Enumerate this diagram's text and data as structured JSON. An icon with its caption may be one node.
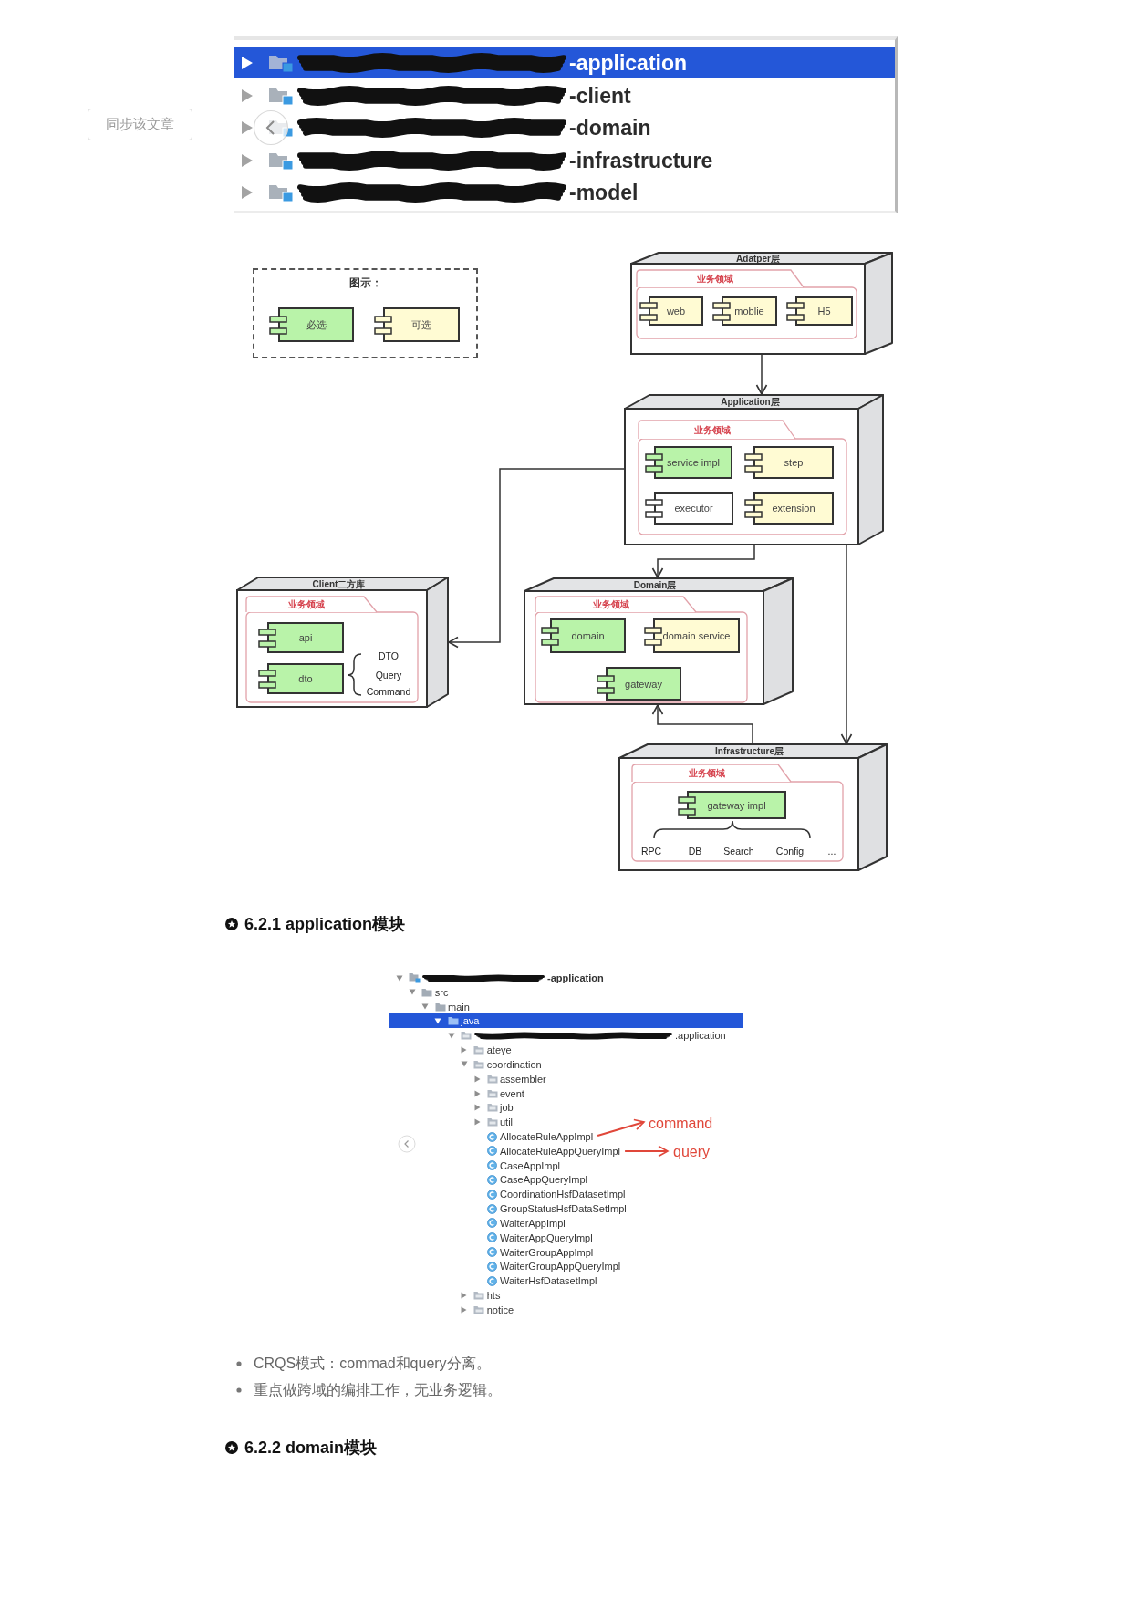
{
  "diagram": {
    "nodes": [
      {
        "text": [
          "图示："
        ]
      },
      {
        "text": [
          "必选"
        ],
        "in": 0
      },
      {
        "text": [
          "可选"
        ],
        "in": 0
      },
      {
        "text": [
          "Adatper层"
        ]
      },
      {
        "text": [
          "业务领域"
        ],
        "in": 3
      },
      {
        "text": [
          "web"
        ],
        "in": 4
      },
      {
        "text": [
          "moblie"
        ],
        "in": 4
      },
      {
        "text": [
          "H5"
        ],
        "in": 4
      },
      {
        "text": [
          "Application层"
        ]
      },
      {
        "text": [
          "业务领域"
        ],
        "in": 8
      },
      {
        "text": [
          "service impl"
        ],
        "in": 9
      },
      {
        "text": [
          "step"
        ],
        "in": 9
      },
      {
        "text": [
          "executor"
        ],
        "in": 9
      },
      {
        "text": [
          "extension"
        ],
        "in": 9
      },
      {
        "text": [
          "Client二方库"
        ]
      },
      {
        "text": [
          "业务领域"
        ],
        "in": 14
      },
      {
        "text": [
          "api"
        ],
        "in": 15
      },
      {
        "text": [
          "dto"
        ],
        "in": 15,
        "beside": [
          "DTO",
          "Query",
          "Command"
        ]
      },
      {
        "text": [
          "Domain层"
        ]
      },
      {
        "text": [
          "业务领域"
        ],
        "in": 18
      },
      {
        "text": [
          "domain"
        ],
        "in": 19
      },
      {
        "text": [
          "domain service"
        ],
        "in": 19
      },
      {
        "text": [
          "gateway"
        ],
        "in": 19
      },
      {
        "text": [
          "Infrastructure层"
        ]
      },
      {
        "text": [
          "业务领域"
        ],
        "in": 23
      },
      {
        "text": [
          "gateway impl"
        ],
        "in": 24,
        "beside": [
          "RPC",
          "DB",
          "Search",
          "Config",
          "..."
        ]
      },
      {
        "text": [
          "AllocateRuleAppImpl"
        ]
      },
      {
        "text": [
          "command"
        ]
      },
      {
        "text": [
          "AllocateRuleAppQueryImpl"
        ]
      },
      {
        "text": [
          "query"
        ]
      }
    ],
    "edges": [
      {
        "from": 3,
        "to": 8,
        "arrow": "to"
      },
      {
        "from": 8,
        "to": 14,
        "arrow": "to"
      },
      {
        "from": 8,
        "to": 18,
        "arrow": "to"
      },
      {
        "from": 8,
        "to": 23,
        "arrow": "to"
      },
      {
        "from": 23,
        "to": 18,
        "arrow": "to"
      },
      {
        "from": 26,
        "to": 27,
        "arrow": "to",
        "color": "#e0473a"
      },
      {
        "from": 28,
        "to": 29,
        "arrow": "to",
        "color": "#e0473a"
      }
    ],
    "labels": [
      "-application",
      "-client",
      "同步该文章",
      "-domain",
      "-infrastructure",
      "-model",
      "6.2.1 application模块",
      "-application",
      "src",
      "main",
      "java",
      ".application",
      "ateye",
      "coordination",
      "assembler",
      "event",
      "job",
      "util",
      "CaseAppImpl",
      "CaseAppQueryImpl",
      "CoordinationHsfDatasetImpl",
      "GroupStatusHsfDataSetImpl",
      "WaiterAppImpl",
      "WaiterAppQueryImpl",
      "WaiterGroupAppImpl",
      "WaiterGroupAppQueryImpl",
      "WaiterHsfDatasetImpl",
      "hts",
      "notice",
      "CRQS模式：commad和query分离。",
      "重点做跨域的编排工作，无业务逻辑。",
      "6.2.2 domain模块"
    ]
  }
}
